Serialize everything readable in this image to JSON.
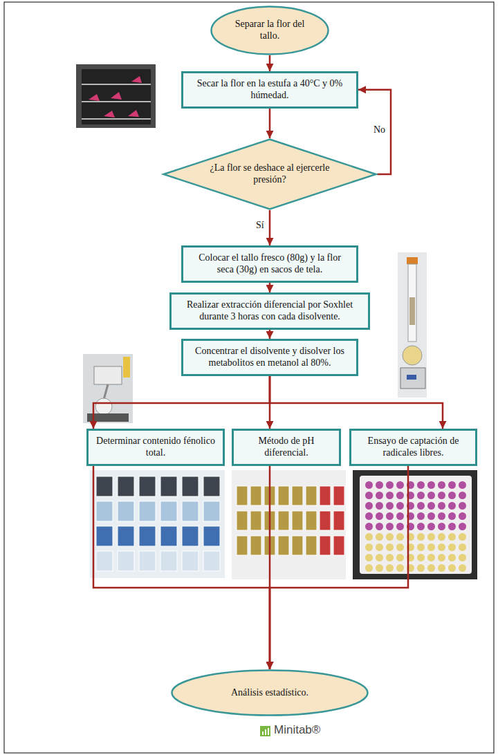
{
  "diagram": {
    "nodes": [
      {
        "text": [
          "Separar la flor del tallo."
        ]
      },
      {
        "text": [
          "Secar la flor en la estufa a 40°C y 0% húmedad."
        ]
      },
      {
        "text": [
          "¿La flor se deshace al ejercerle presión?"
        ]
      },
      {
        "text": [
          "Colocar el tallo fresco (80g) y la flor seca (30g) en sacos de tela."
        ]
      },
      {
        "text": [
          "Realizar extracción diferencial por Soxhlet durante 3 horas con cada disolvente."
        ]
      },
      {
        "text": [
          "Concentrar el disolvente y disolver los metabolitos en metanol al 80%."
        ]
      },
      {
        "text": [
          "Determinar contenido fénolico total."
        ]
      },
      {
        "text": [
          "Método de pH diferencial."
        ]
      },
      {
        "text": [
          "Ensayo de captación de radicales libres."
        ]
      },
      {
        "text": [
          "Análisis estadístico."
        ]
      }
    ],
    "edges": [
      {
        "from": 0,
        "to": 1,
        "arrow": "to"
      },
      {
        "from": 1,
        "to": 2,
        "arrow": "to"
      },
      {
        "from": 2,
        "to": 1,
        "label": "No",
        "arrow": "to"
      },
      {
        "from": 2,
        "to": 3,
        "label": "Sí",
        "arrow": "to"
      },
      {
        "from": 3,
        "to": 4,
        "arrow": "to"
      },
      {
        "from": 4,
        "to": 5,
        "arrow": "to"
      },
      {
        "from": 5,
        "to": 6,
        "arrow": "to"
      },
      {
        "from": 5,
        "to": 7,
        "arrow": "to"
      },
      {
        "from": 5,
        "to": 8,
        "arrow": "to"
      },
      {
        "from": 6,
        "to": 9,
        "arrow": "to"
      },
      {
        "from": 7,
        "to": 9,
        "arrow": "to"
      },
      {
        "from": 8,
        "to": 9,
        "arrow": "to"
      }
    ],
    "labels": [
      "Minitab®"
    ]
  }
}
